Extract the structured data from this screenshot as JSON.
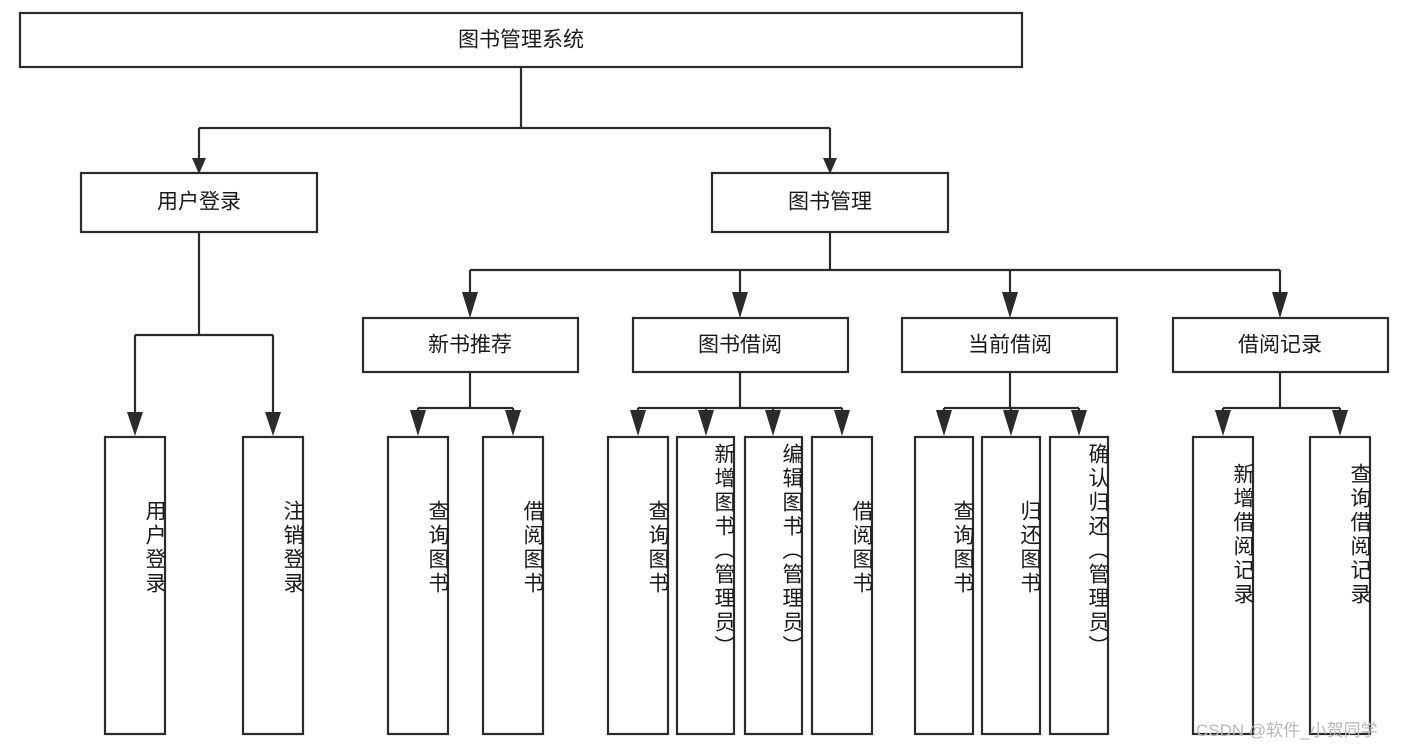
{
  "diagram": {
    "title": "图书管理系统",
    "type": "tree-hierarchy",
    "root": {
      "id": "root",
      "label": "图书管理系统",
      "orientation": "horizontal"
    },
    "level2": [
      {
        "id": "user-login",
        "label": "用户登录",
        "orientation": "horizontal"
      },
      {
        "id": "book-manage",
        "label": "图书管理",
        "orientation": "horizontal"
      }
    ],
    "level3": [
      {
        "id": "new-book-rec",
        "label": "新书推荐",
        "orientation": "horizontal",
        "parent": "book-manage"
      },
      {
        "id": "book-borrow",
        "label": "图书借阅",
        "orientation": "horizontal",
        "parent": "book-manage"
      },
      {
        "id": "current-borrow",
        "label": "当前借阅",
        "orientation": "horizontal",
        "parent": "book-manage"
      },
      {
        "id": "borrow-record",
        "label": "借阅记录",
        "orientation": "horizontal",
        "parent": "book-manage"
      }
    ],
    "leaves": [
      {
        "id": "leaf-user-login",
        "label": "用户登录",
        "parent": "user-login",
        "orientation": "vertical"
      },
      {
        "id": "leaf-user-logout",
        "label": "注销登录",
        "parent": "user-login",
        "orientation": "vertical"
      },
      {
        "id": "leaf-query-book-1",
        "label": "查询图书",
        "parent": "new-book-rec",
        "orientation": "vertical"
      },
      {
        "id": "leaf-borrow-book-1",
        "label": "借阅图书",
        "parent": "new-book-rec",
        "orientation": "vertical"
      },
      {
        "id": "leaf-query-book-2",
        "label": "查询图书",
        "parent": "book-borrow",
        "orientation": "vertical"
      },
      {
        "id": "leaf-add-book",
        "label": "新增图书（管理员）",
        "parent": "book-borrow",
        "orientation": "vertical"
      },
      {
        "id": "leaf-edit-book",
        "label": "编辑图书（管理员）",
        "parent": "book-borrow",
        "orientation": "vertical"
      },
      {
        "id": "leaf-borrow-book-2",
        "label": "借阅图书",
        "parent": "book-borrow",
        "orientation": "vertical"
      },
      {
        "id": "leaf-query-book-3",
        "label": "查询图书",
        "parent": "current-borrow",
        "orientation": "vertical"
      },
      {
        "id": "leaf-return-book",
        "label": "归还图书",
        "parent": "current-borrow",
        "orientation": "vertical"
      },
      {
        "id": "leaf-confirm-return",
        "label": "确认归还（管理员）",
        "parent": "current-borrow",
        "orientation": "vertical"
      },
      {
        "id": "leaf-add-record",
        "label": "新增借阅记录",
        "parent": "borrow-record",
        "orientation": "vertical"
      },
      {
        "id": "leaf-query-record",
        "label": "查询借阅记录",
        "parent": "borrow-record",
        "orientation": "vertical"
      }
    ],
    "colors": {
      "stroke": "#2b2b2b",
      "fill": "#ffffff",
      "text": "#1a1a1a",
      "watermark": "#b9b9b9"
    }
  },
  "watermark": {
    "text": "CSDN @软件_小贺同学"
  }
}
